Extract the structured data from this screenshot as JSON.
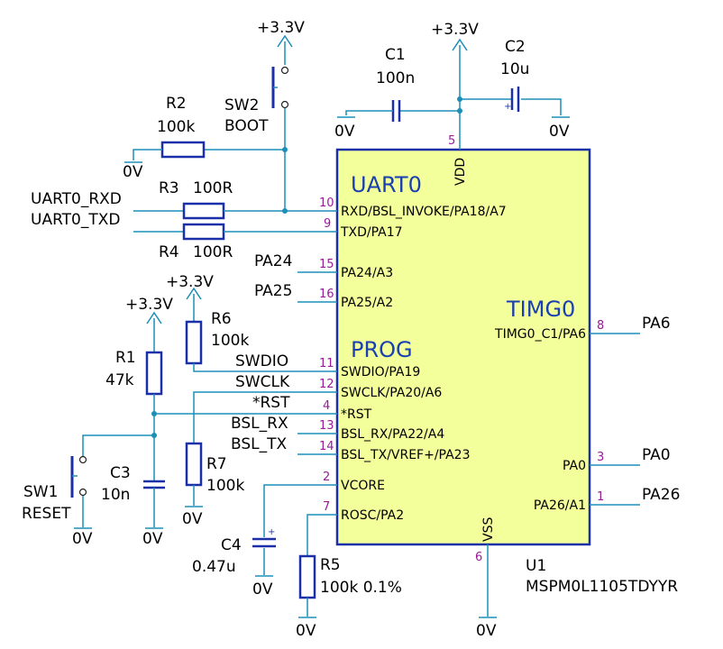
{
  "supplies": {
    "vdd": "+3.3V",
    "gnd": "0V"
  },
  "parts": {
    "c1": {
      "ref": "C1",
      "value": "100n"
    },
    "c2": {
      "ref": "C2",
      "value": "10u"
    },
    "c3": {
      "ref": "C3",
      "value": "10n"
    },
    "c4": {
      "ref": "C4",
      "value": "0.47u"
    },
    "r1": {
      "ref": "R1",
      "value": "47k"
    },
    "r2": {
      "ref": "R2",
      "value": "100k"
    },
    "r3": {
      "ref": "R3",
      "value": "100R"
    },
    "r4": {
      "ref": "R4",
      "value": "100R"
    },
    "r5": {
      "ref": "R5",
      "value": "100k 0.1%"
    },
    "r6": {
      "ref": "R6",
      "value": "100k"
    },
    "r7": {
      "ref": "R7",
      "value": "100k"
    },
    "sw1": {
      "ref": "SW1",
      "value": "RESET"
    },
    "sw2": {
      "ref": "SW2",
      "value": "BOOT"
    }
  },
  "nets": {
    "uart0_rxd": "UART0_RXD",
    "uart0_txd": "UART0_TXD",
    "pa24": "PA24",
    "pa25": "PA25",
    "swdio": "SWDIO",
    "swclk": "SWCLK",
    "rst": "*RST",
    "bsl_rx": "BSL_RX",
    "bsl_tx": "BSL_TX",
    "pa6": "PA6",
    "pa0": "PA0",
    "pa26": "PA26"
  },
  "ic": {
    "ref": "U1",
    "part": "MSPM0L1105TDYYR",
    "groups": {
      "uart": "UART0",
      "prog": "PROG",
      "timg": "TIMG0"
    },
    "pins": {
      "vdd": {
        "num": "5",
        "name": "VDD"
      },
      "vss": {
        "num": "6",
        "name": "VSS"
      },
      "p10": {
        "num": "10",
        "name": "RXD/BSL_INVOKE/PA18/A7"
      },
      "p9": {
        "num": "9",
        "name": "TXD/PA17"
      },
      "p15": {
        "num": "15",
        "name": "PA24/A3"
      },
      "p16": {
        "num": "16",
        "name": "PA25/A2"
      },
      "p11": {
        "num": "11",
        "name": "SWDIO/PA19"
      },
      "p12": {
        "num": "12",
        "name": "SWCLK/PA20/A6"
      },
      "p4": {
        "num": "4",
        "name": "*RST"
      },
      "p13": {
        "num": "13",
        "name": "BSL_RX/PA22/A4"
      },
      "p14": {
        "num": "14",
        "name": "BSL_TX/VREF+/PA23"
      },
      "p2": {
        "num": "2",
        "name": "VCORE"
      },
      "p7": {
        "num": "7",
        "name": "ROSC/PA2"
      },
      "p8": {
        "num": "8",
        "name": "TIMG0_C1/PA6"
      },
      "p3": {
        "num": "3",
        "name": "PA0"
      },
      "p1": {
        "num": "1",
        "name": "PA26/A1"
      }
    }
  }
}
